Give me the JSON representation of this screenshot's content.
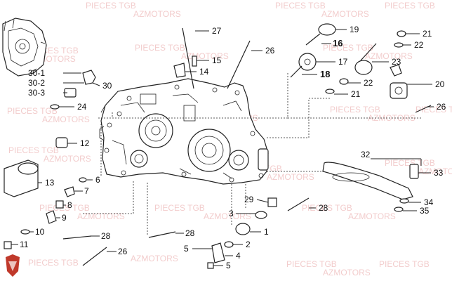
{
  "watermark": {
    "line1": "PIECES TGB",
    "line2": "AZMOTORS",
    "color": "#e8a3a3"
  },
  "callouts": [
    "27",
    "15",
    "26",
    "14",
    "19",
    "16",
    "17",
    "18",
    "21",
    "22",
    "23",
    "21",
    "22",
    "20",
    "26",
    "30-1",
    "30-2",
    "30-3",
    "30",
    "24",
    "12",
    "13",
    "6",
    "7",
    "8",
    "9",
    "10",
    "11",
    "28",
    "26",
    "28",
    "29",
    "3",
    "1",
    "2",
    "5",
    "4",
    "5",
    "28",
    "32",
    "33",
    "34",
    "35"
  ],
  "logo": {
    "name": "shield-logo",
    "color": "#c0392b"
  }
}
